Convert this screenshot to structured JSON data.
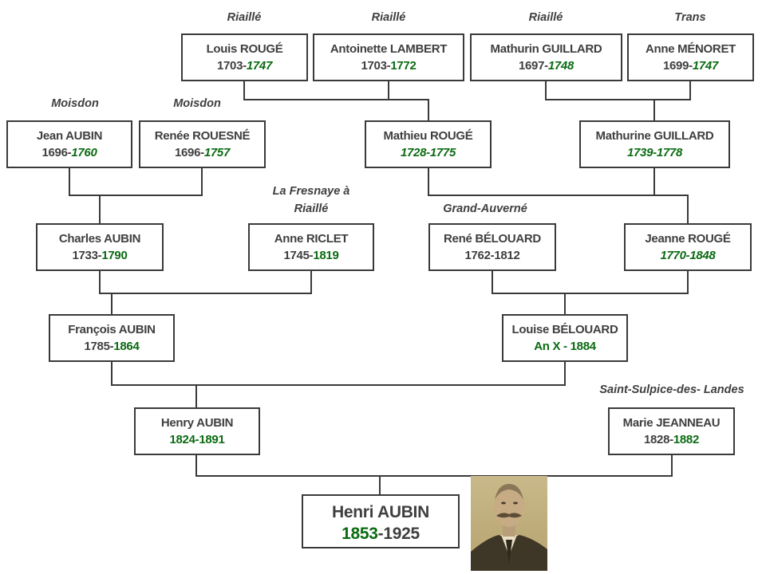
{
  "colors": {
    "text": "#3f3f3f",
    "green": "#0b6b12",
    "line": "#3a3a3a"
  },
  "persons": [
    {
      "id": "louis-rouge",
      "name": "Louis ROUGÉ",
      "born": "1703",
      "sep": "-",
      "died": "1747",
      "style": {
        "born": "d",
        "sep": "d",
        "died": "gi"
      },
      "place": "Riaillé"
    },
    {
      "id": "antoinette-lambert",
      "name": "Antoinette LAMBERT",
      "born": "1703",
      "sep": "-",
      "died": "1772",
      "style": {
        "born": "d",
        "sep": "d",
        "died": "g"
      },
      "place": "Riaillé"
    },
    {
      "id": "mathurin-guillard",
      "name": "Mathurin GUILLARD",
      "born": "1697",
      "sep": "-",
      "died": "1748",
      "style": {
        "born": "d",
        "sep": "d",
        "died": "gi"
      },
      "place": "Riaillé"
    },
    {
      "id": "anne-menoret",
      "name": "Anne MÉNORET",
      "born": "1699",
      "sep": "-",
      "died": "1747",
      "style": {
        "born": "d",
        "sep": "d",
        "died": "gi"
      },
      "place": "Trans"
    },
    {
      "id": "jean-aubin",
      "name": "Jean AUBIN",
      "born": "1696",
      "sep": "-",
      "died": "1760",
      "style": {
        "born": "d",
        "sep": "d",
        "died": "gi"
      },
      "place": "Moisdon"
    },
    {
      "id": "renee-rouesne",
      "name": "Renée ROUESNÉ",
      "born": "1696",
      "sep": "-",
      "died": "1757",
      "style": {
        "born": "d",
        "sep": "d",
        "died": "gi"
      },
      "place": "Moisdon"
    },
    {
      "id": "mathieu-rouge",
      "name": "Mathieu ROUGÉ",
      "born": "1728",
      "sep": "-",
      "died": "1775",
      "style": {
        "born": "gi",
        "sep": "gi",
        "died": "gi"
      }
    },
    {
      "id": "mathurine-guillard",
      "name": "Mathurine GUILLARD",
      "born": "1739",
      "sep": "-",
      "died": "1778",
      "style": {
        "born": "gi",
        "sep": "gi",
        "died": "gi"
      }
    },
    {
      "id": "charles-aubin",
      "name": "Charles AUBIN",
      "born": "1733",
      "sep": "-",
      "died": "1790",
      "style": {
        "born": "d",
        "sep": "d",
        "died": "g"
      }
    },
    {
      "id": "anne-riclet",
      "name": "Anne RICLET",
      "born": "1745",
      "sep": "-",
      "died": "1819",
      "style": {
        "born": "d",
        "sep": "d",
        "died": "g"
      },
      "place_lines": [
        "La Fresnaye à",
        "Riaillé"
      ]
    },
    {
      "id": "rene-belouard",
      "name": "René BÉLOUARD",
      "born": "1762",
      "sep": "-",
      "died": "1812",
      "style": {
        "born": "d",
        "sep": "d",
        "died": "d"
      },
      "place": "Grand-Auverné"
    },
    {
      "id": "jeanne-rouge",
      "name": "Jeanne ROUGÉ",
      "born": "1770",
      "sep": "-",
      "died": "1848",
      "style": {
        "born": "gi",
        "sep": "gi",
        "died": "gi"
      }
    },
    {
      "id": "francois-aubin",
      "name": "François AUBIN",
      "born": "1785",
      "sep": "-",
      "died": "1864",
      "style": {
        "born": "d",
        "sep": "d",
        "died": "g"
      }
    },
    {
      "id": "louise-belouard",
      "name": "Louise BÉLOUARD",
      "born": "An X",
      "sep": " - ",
      "died": "1884",
      "style": {
        "born": "g",
        "sep": "g",
        "died": "g"
      }
    },
    {
      "id": "henry-aubin",
      "name": "Henry AUBIN",
      "born": "1824",
      "sep": "-",
      "died": "1891",
      "style": {
        "born": "g",
        "sep": "g",
        "died": "g"
      }
    },
    {
      "id": "marie-jeanneau",
      "name": "Marie JEANNEAU",
      "born": "1828",
      "sep": "-",
      "died": "1882",
      "style": {
        "born": "d",
        "sep": "d",
        "died": "g"
      },
      "place": "Saint-Sulpice-des- Landes"
    },
    {
      "id": "henri-aubin",
      "name": "Henri AUBIN",
      "born": "1853",
      "sep": "-",
      "died": "1925",
      "style": {
        "born": "g",
        "sep": "d",
        "died": "d"
      },
      "main": true
    }
  ]
}
